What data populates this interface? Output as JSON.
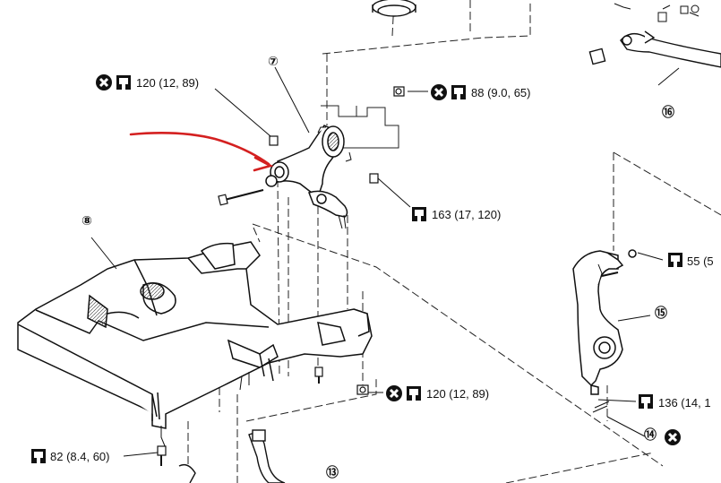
{
  "callouts": {
    "c7": "⑦",
    "c8": "⑧",
    "c13": "⑬",
    "c14": "⑭",
    "c15": "⑮",
    "c16": "⑯"
  },
  "torques": {
    "t1": "120 (12, 89)",
    "t2": "88 (9.0, 65)",
    "t3": "163 (17, 120)",
    "t4": "55 (5",
    "t5": "120 (12, 89)",
    "t6": "136 (14, 1",
    "t7": "82 (8.4, 60)"
  },
  "icons": {
    "no_reuse": "x-circle-icon",
    "torque": "wrench-socket-icon"
  },
  "colors": {
    "annotation_arrow": "#d42020",
    "line": "#1a1a1a"
  }
}
